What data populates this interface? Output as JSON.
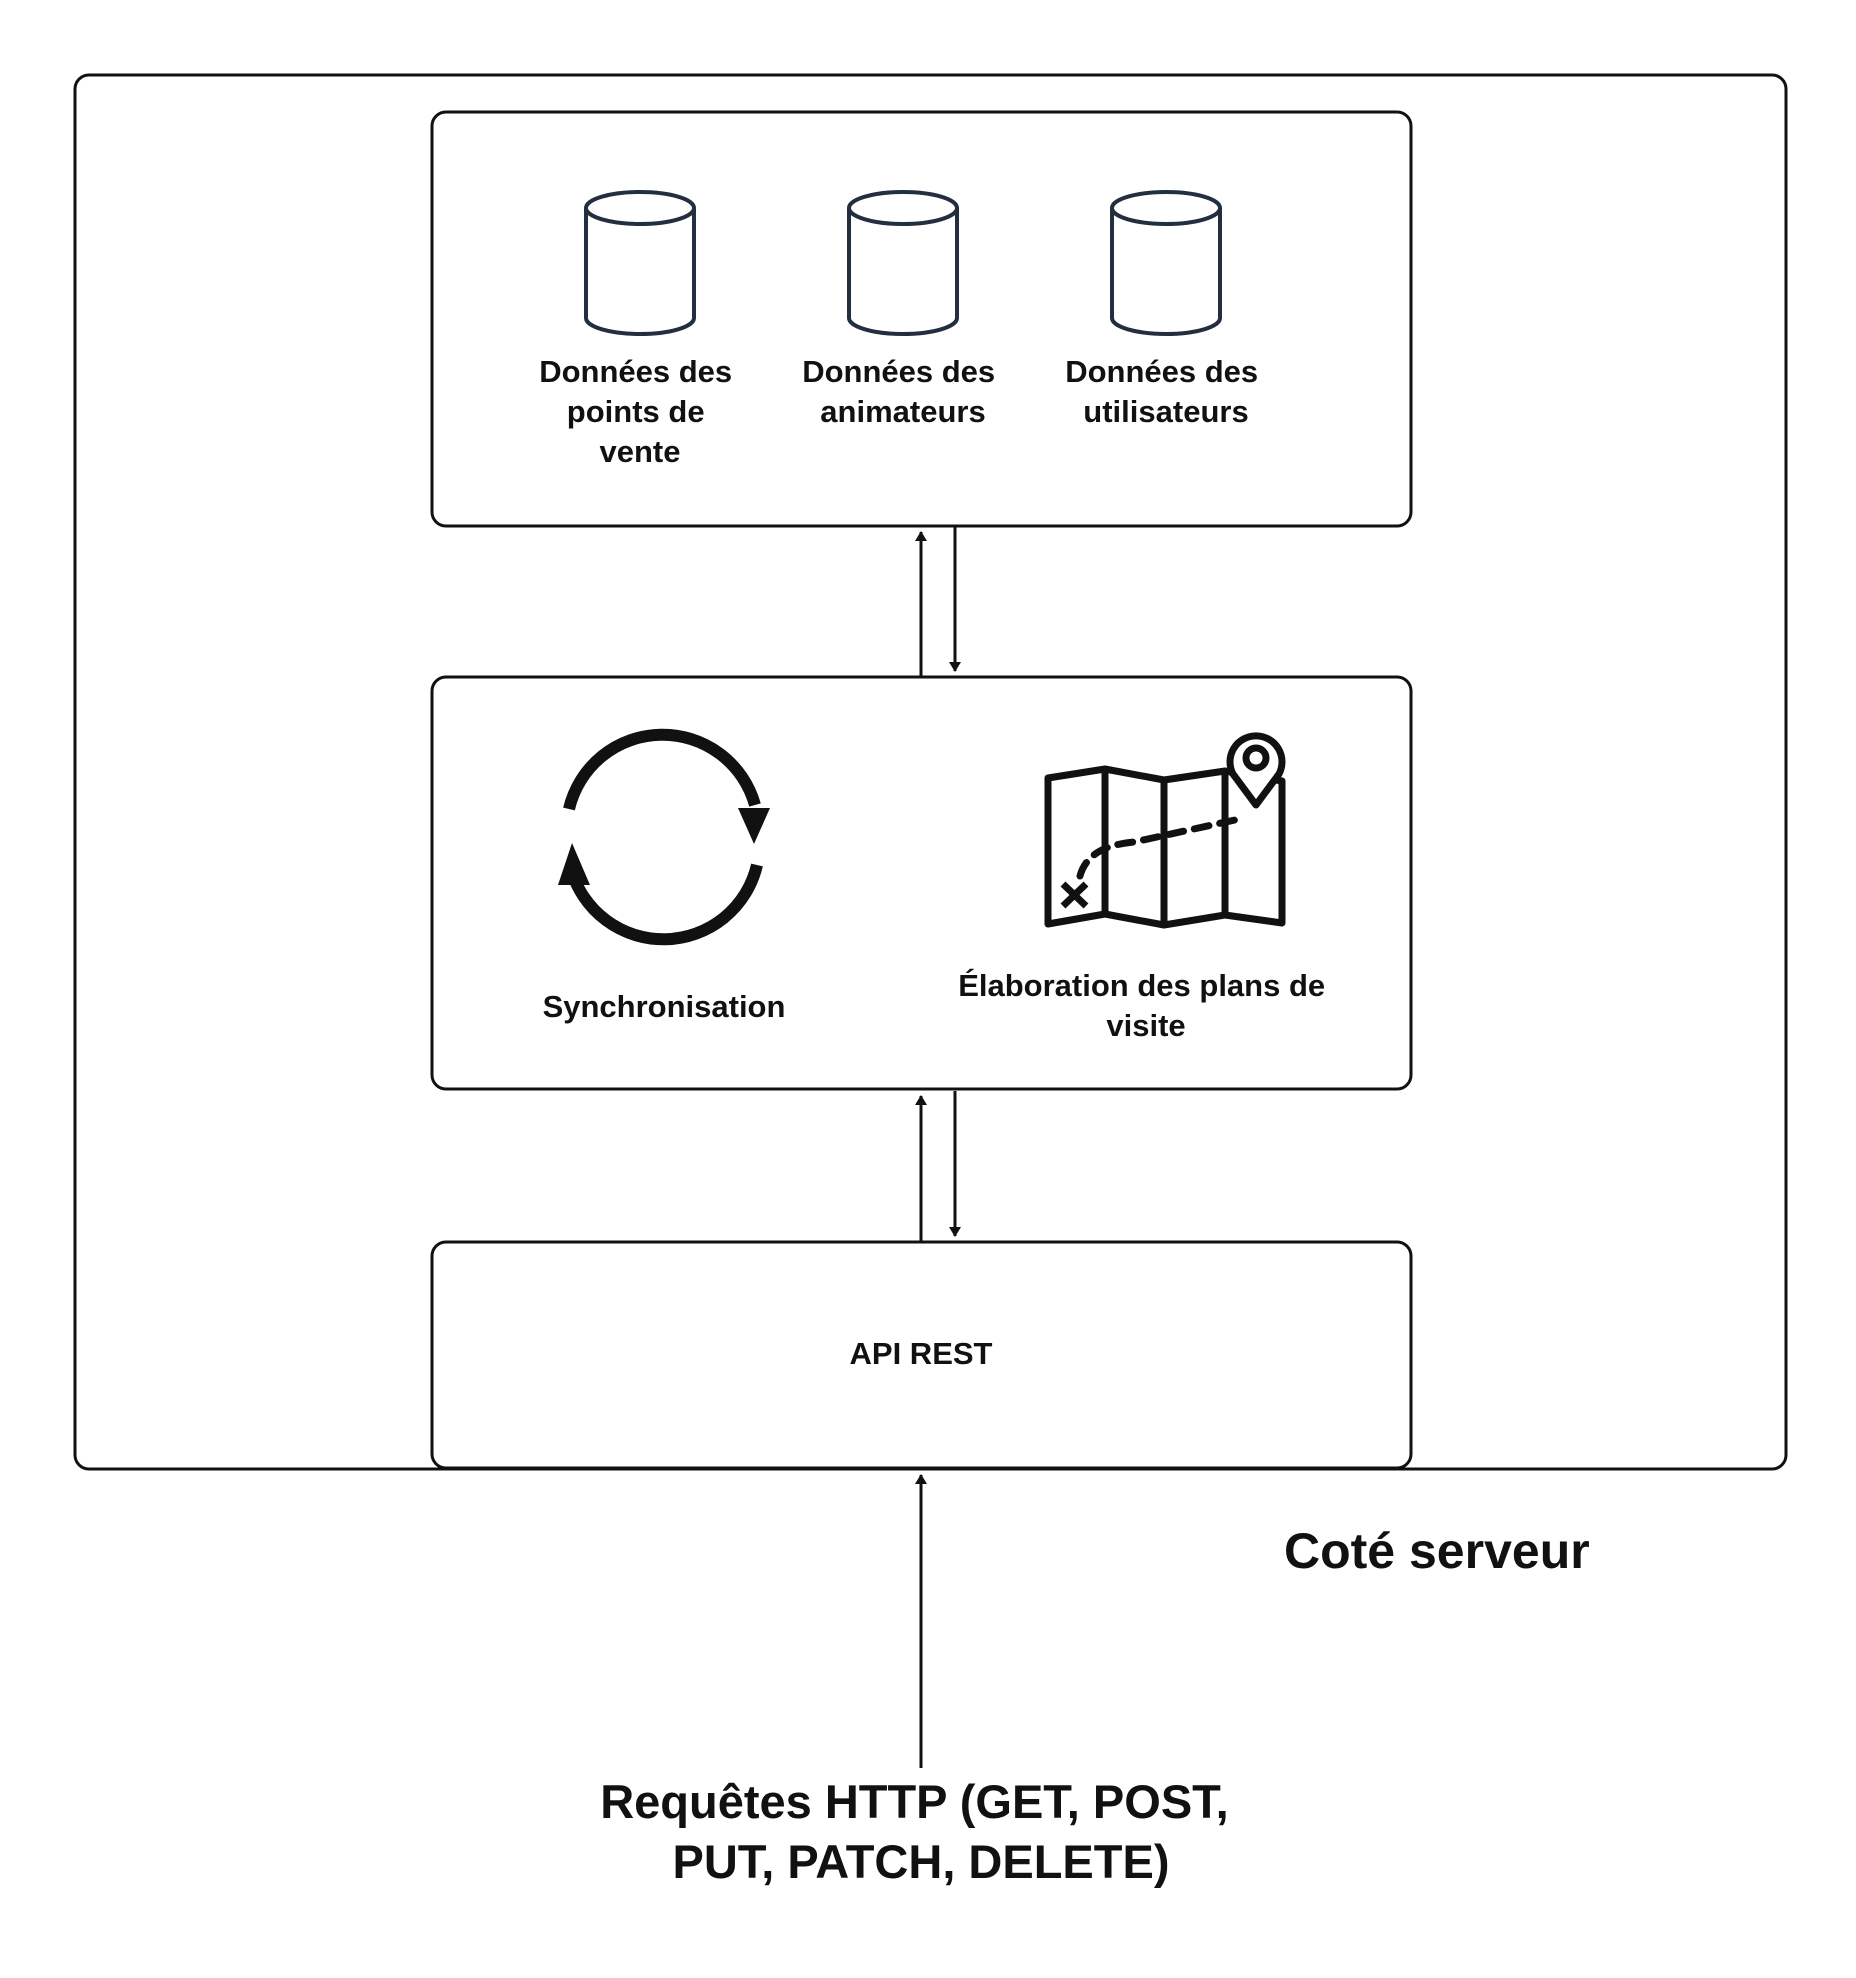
{
  "databases": [
    {
      "label_lines": [
        "Données des",
        "points de",
        "vente"
      ]
    },
    {
      "label_lines": [
        "Données des",
        "animateurs"
      ]
    },
    {
      "label_lines": [
        "Données des",
        "utilisateurs"
      ]
    }
  ],
  "services": {
    "sync": {
      "label": "Synchronisation",
      "icon": "sync-icon"
    },
    "planning": {
      "label_lines": [
        "Élaboration des plans de",
        "visite"
      ],
      "icon": "map-icon"
    }
  },
  "api": {
    "label": "API REST"
  },
  "server": {
    "label": "Coté serveur"
  },
  "requests": {
    "label_lines": [
      "Requêtes HTTP (GET, POST,",
      "PUT, PATCH, DELETE)"
    ]
  },
  "colors": {
    "stroke": "#111111",
    "db_stroke": "#232f3e",
    "background": "#ffffff"
  }
}
